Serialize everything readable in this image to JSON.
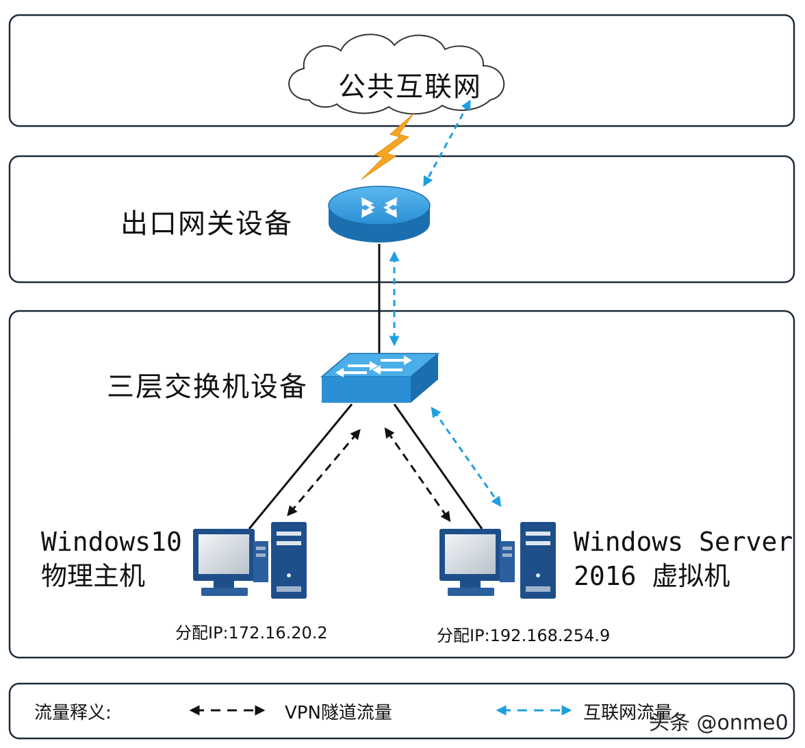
{
  "zones": {
    "internet": {
      "label": "公共互联网"
    },
    "gateway": {
      "label": "出口网关设备"
    },
    "switch": {
      "label": "三层交换机设备"
    }
  },
  "hosts": {
    "physical": {
      "line1": "Windows10",
      "line2": "物理主机",
      "ip": "分配IP:172.16.20.2"
    },
    "virtual": {
      "line1": "Windows Server",
      "line2": "2016 虚拟机",
      "ip": "分配IP:192.168.254.9"
    }
  },
  "legend": {
    "title": "流量释义:",
    "vpn": "VPN隧道流量",
    "internet": "互联网流量"
  },
  "watermark": "头条 @onme0",
  "colors": {
    "zone_border": "#1c2a3a",
    "device_blue": "#2b8fd6",
    "device_dark": "#1b6fae",
    "internet_traffic": "#1e9fe0",
    "vpn_traffic": "#111111",
    "lightning": "#f5a623"
  }
}
